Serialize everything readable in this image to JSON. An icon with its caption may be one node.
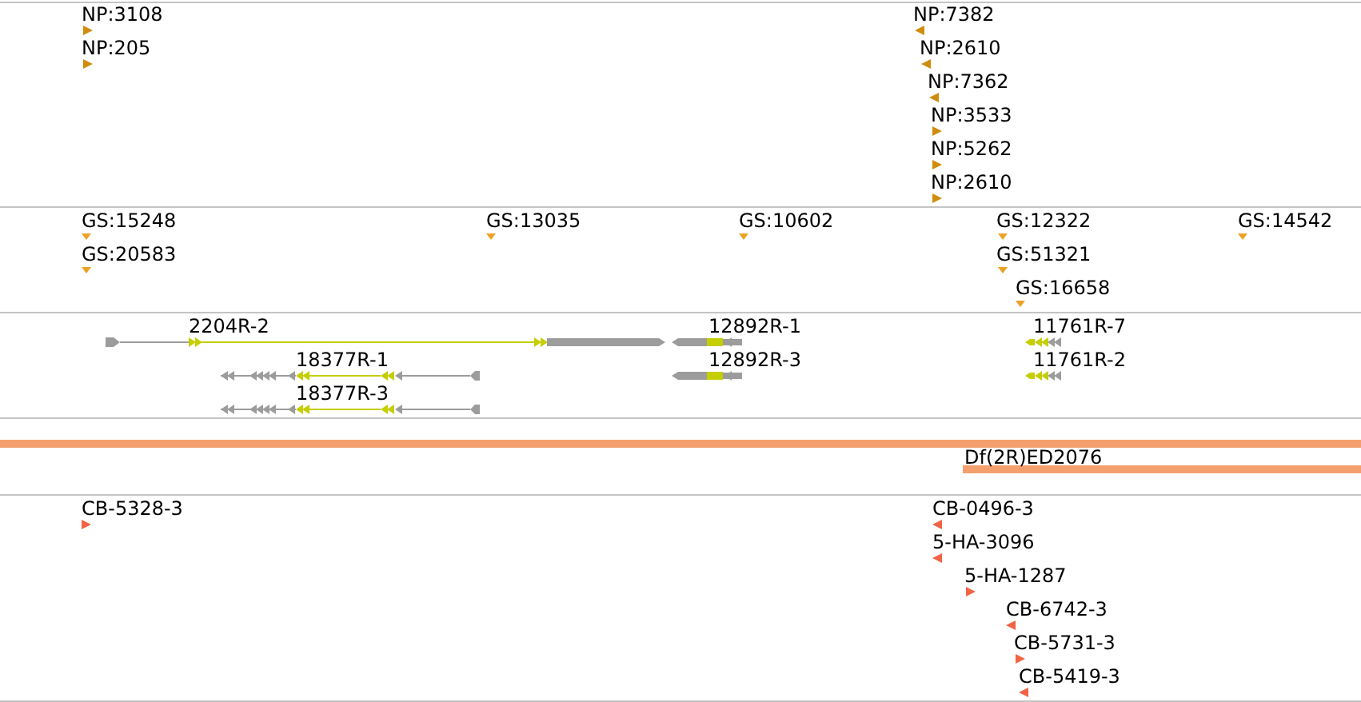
{
  "diagram": {
    "labels": [
      "NP:3108",
      "NP:7382",
      "NP:205",
      "NP:2610",
      "NP:7362",
      "NP:3533",
      "NP:5262",
      "NP:2610",
      "GS:15248",
      "GS:13035",
      "GS:10602",
      "GS:12322",
      "GS:14542",
      "GS:20583",
      "GS:51321",
      "GS:16658",
      "2204R-2",
      "12892R-1",
      "11761R-7",
      "18377R-1",
      "12892R-3",
      "11761R-2",
      "18377R-3",
      "Df(2R)ED2076",
      "CB-5328-3",
      "CB-0496-3",
      "5-HA-3096",
      "5-HA-1287",
      "CB-6742-3",
      "CB-5731-3",
      "CB-5419-3"
    ]
  }
}
